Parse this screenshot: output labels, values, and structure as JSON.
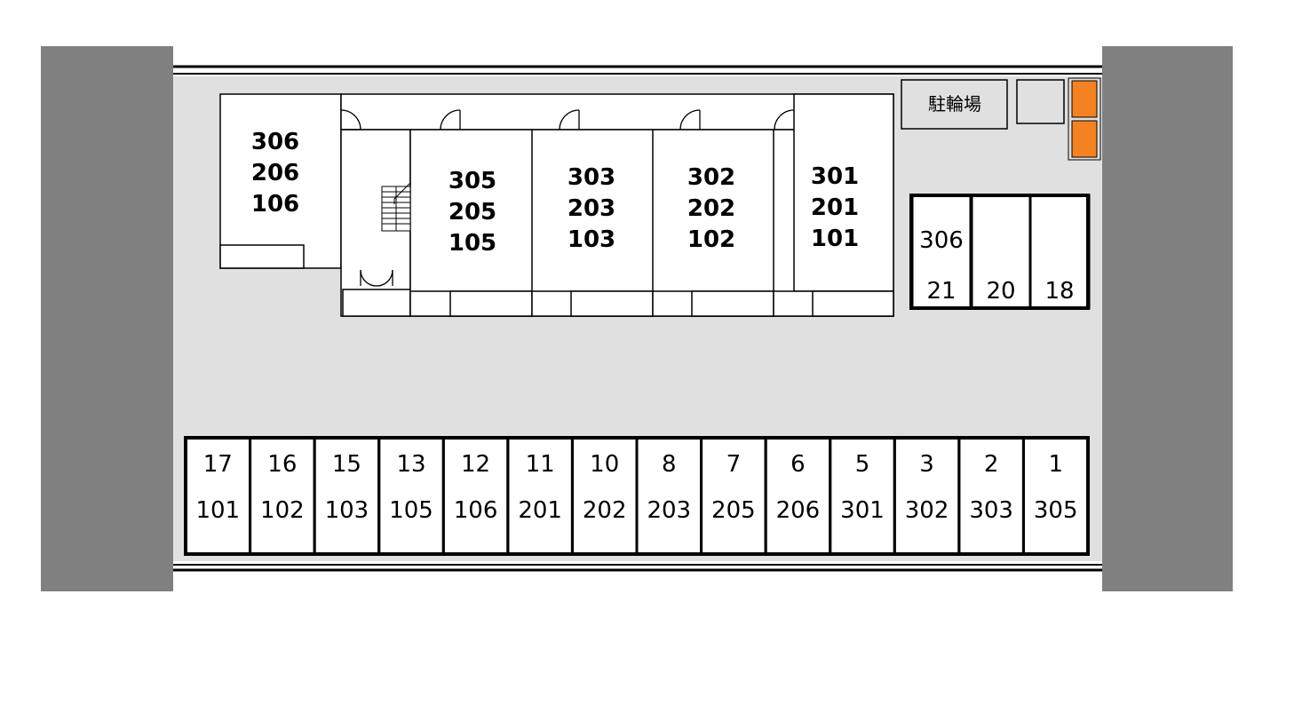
{
  "colors": {
    "road": "#808080",
    "lot": "#e0e0e0",
    "building": "#ffffff",
    "accent": "#f58220",
    "line": "#000000"
  },
  "building": {
    "units": [
      {
        "id": "unit-306-206-106",
        "lines": [
          "306",
          "206",
          "106"
        ]
      },
      {
        "id": "unit-305-205-105",
        "lines": [
          "305",
          "205",
          "105"
        ]
      },
      {
        "id": "unit-303-203-103",
        "lines": [
          "303",
          "203",
          "103"
        ]
      },
      {
        "id": "unit-302-202-102",
        "lines": [
          "302",
          "202",
          "102"
        ]
      },
      {
        "id": "unit-301-201-101",
        "lines": [
          "301",
          "201",
          "101"
        ]
      }
    ]
  },
  "bicycle_parking": {
    "label": "駐輪場"
  },
  "parking_right": [
    {
      "number": "21",
      "room": "306"
    },
    {
      "number": "20",
      "room": ""
    },
    {
      "number": "18",
      "room": ""
    }
  ],
  "parking_bottom": [
    {
      "number": "17",
      "room": "101"
    },
    {
      "number": "16",
      "room": "102"
    },
    {
      "number": "15",
      "room": "103"
    },
    {
      "number": "13",
      "room": "105"
    },
    {
      "number": "12",
      "room": "106"
    },
    {
      "number": "11",
      "room": "201"
    },
    {
      "number": "10",
      "room": "202"
    },
    {
      "number": "8",
      "room": "203"
    },
    {
      "number": "7",
      "room": "205"
    },
    {
      "number": "6",
      "room": "206"
    },
    {
      "number": "5",
      "room": "301"
    },
    {
      "number": "3",
      "room": "302"
    },
    {
      "number": "2",
      "room": "303"
    },
    {
      "number": "1",
      "room": "305"
    }
  ]
}
